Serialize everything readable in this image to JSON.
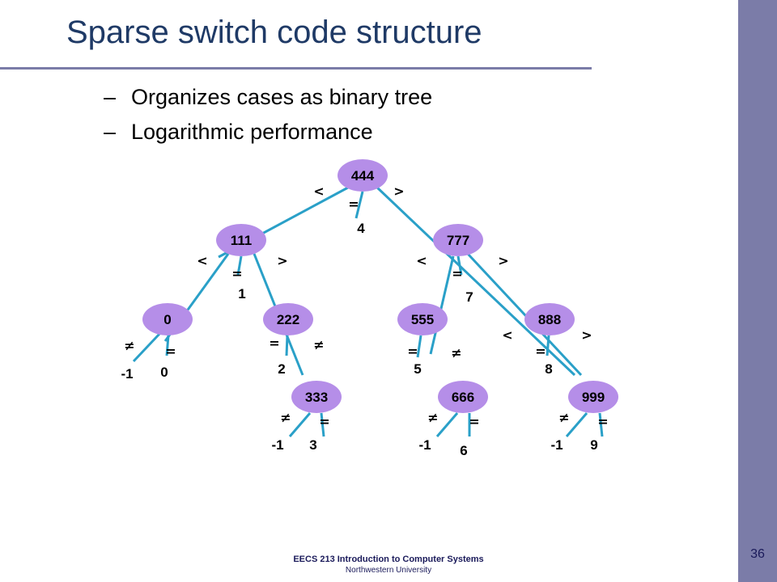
{
  "title": "Sparse switch code structure",
  "bullets": [
    "Organizes cases as binary tree",
    "Logarithmic performance"
  ],
  "bullet_dash": "–",
  "footer": {
    "line1": "EECS 213 Introduction  to Computer Systems",
    "line2": "Northwestern University"
  },
  "page_number": "36",
  "colors": {
    "node_fill": "#b58ee8",
    "edge": "#2aa0c8",
    "title": "#1f3a66",
    "sidebar": "#7b7ca8"
  },
  "tree": {
    "nodes": [
      {
        "id": "n444",
        "label": "444",
        "eq": "4"
      },
      {
        "id": "n111",
        "label": "111",
        "eq": "1"
      },
      {
        "id": "n777",
        "label": "777",
        "eq": "7"
      },
      {
        "id": "n0",
        "label": "0",
        "eq": "0",
        "ne": "-1"
      },
      {
        "id": "n222",
        "label": "222",
        "eq": "2"
      },
      {
        "id": "n555",
        "label": "555",
        "eq": "5"
      },
      {
        "id": "n888",
        "label": "888",
        "eq": "8"
      },
      {
        "id": "n333",
        "label": "333",
        "eq": "3",
        "ne": "-1"
      },
      {
        "id": "n666",
        "label": "666",
        "eq": "6",
        "ne": "-1"
      },
      {
        "id": "n999",
        "label": "999",
        "eq": "9",
        "ne": "-1"
      }
    ],
    "symbols": {
      "lt": "<",
      "gt": ">",
      "eq": "=",
      "ne": "≠"
    }
  }
}
